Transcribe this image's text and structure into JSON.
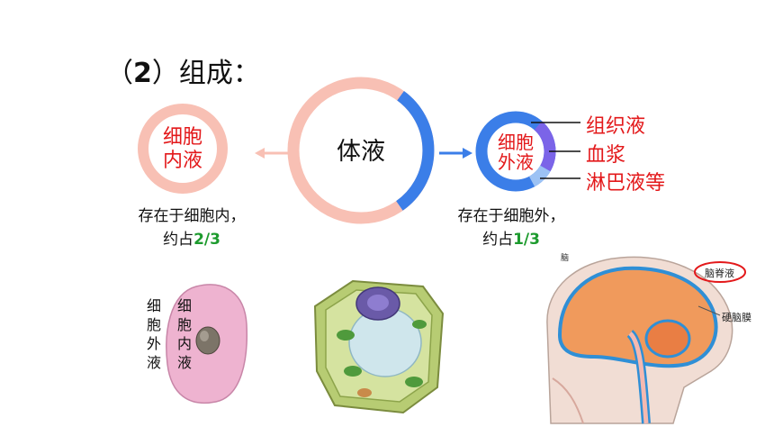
{
  "heading": {
    "prefix": "（",
    "number": "2",
    "suffix": "）组成："
  },
  "center": {
    "label": "体液"
  },
  "left_ring": {
    "line1": "细胞",
    "line2": "内液"
  },
  "left_note": {
    "line1": "存在于细胞内，",
    "prefix": "约占",
    "fraction": "2/3"
  },
  "right_ring": {
    "line1": "细胞",
    "line2": "外液"
  },
  "right_note": {
    "line1": "存在于细胞外，",
    "prefix": "约占",
    "fraction": "1/3"
  },
  "components": [
    "组织液",
    "血浆",
    "淋巴液等"
  ],
  "cell_labels": {
    "outer": "细胞外液",
    "inner": "细胞内液"
  },
  "brain_labels": {
    "brain": "脑",
    "csf": "脑脊液",
    "dura": "硬脑膜"
  },
  "colors": {
    "pink": "#f8c0b4",
    "blue": "#3b7ee8",
    "purple": "#7b64e8",
    "lightblue": "#9cc2f4",
    "red": "#e3191b",
    "green": "#1d9b2e"
  }
}
